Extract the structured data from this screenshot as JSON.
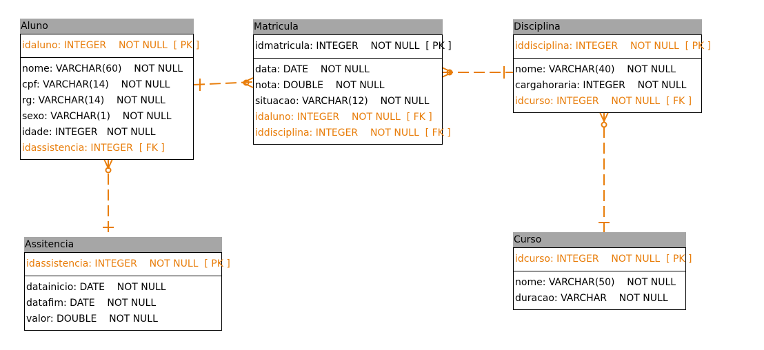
{
  "colors": {
    "key": "#e87d0a",
    "title_bg": "#a6a6a6",
    "line": "#e87d0a"
  },
  "entities": {
    "aluno": {
      "title": "Aluno",
      "pk": [
        "idaluno: INTEGER    NOT NULL  [ PK ]"
      ],
      "attrs": [
        "nome: VARCHAR(60)    NOT NULL",
        "cpf: VARCHAR(14)    NOT NULL",
        "rg: VARCHAR(14)    NOT NULL",
        "sexo: VARCHAR(1)    NOT NULL",
        "idade: INTEGER   NOT NULL",
        "idassistencia: INTEGER  [ FK ]"
      ]
    },
    "matricula": {
      "title": "Matricula",
      "pk": [
        "idmatricula: INTEGER    NOT NULL  [ PK ]"
      ],
      "attrs": [
        "data: DATE    NOT NULL",
        "nota: DOUBLE    NOT NULL",
        "situacao: VARCHAR(12)    NOT NULL",
        "idaluno: INTEGER    NOT NULL  [ FK ]",
        "iddisciplina: INTEGER    NOT NULL  [ FK ]"
      ]
    },
    "disciplina": {
      "title": "Disciplina",
      "pk": [
        "iddisciplina: INTEGER    NOT NULL  [ PK ]"
      ],
      "attrs": [
        "nome: VARCHAR(40)    NOT NULL",
        "cargahoraria: INTEGER    NOT NULL",
        "idcurso: INTEGER    NOT NULL  [ FK ]"
      ]
    },
    "assitencia": {
      "title": "Assitencia",
      "pk": [
        "idassistencia: INTEGER    NOT NULL  [ PK ]"
      ],
      "attrs": [
        "datainicio: DATE    NOT NULL",
        "datafim: DATE    NOT NULL",
        "valor: DOUBLE    NOT NULL"
      ]
    },
    "curso": {
      "title": "Curso",
      "pk": [
        "idcurso: INTEGER    NOT NULL  [ PK ]"
      ],
      "attrs": [
        "nome: VARCHAR(50)    NOT NULL",
        "duracao: VARCHAR    NOT NULL"
      ]
    }
  },
  "relationships": [
    {
      "from": "aluno",
      "to": "matricula",
      "from_end": "one",
      "to_end": "zero-or-many"
    },
    {
      "from": "disciplina",
      "to": "matricula",
      "from_end": "one",
      "to_end": "zero-or-many"
    },
    {
      "from": "assitencia",
      "to": "aluno",
      "from_end": "one",
      "to_end": "zero-or-many"
    },
    {
      "from": "curso",
      "to": "disciplina",
      "from_end": "one",
      "to_end": "zero-or-many"
    }
  ]
}
